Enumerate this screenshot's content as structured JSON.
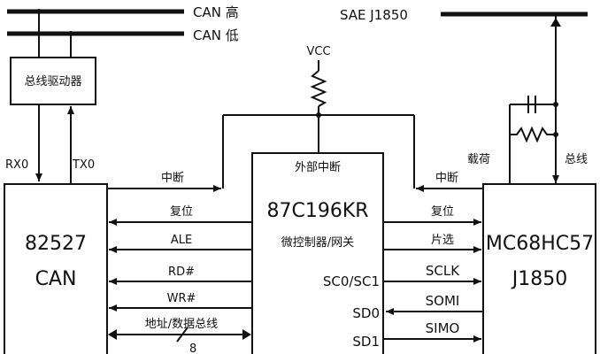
{
  "bus": {
    "can_high": "CAN 高",
    "can_low": "CAN 低",
    "sae_label": "SAE J1850"
  },
  "driver": {
    "label": "总线驱动器"
  },
  "vcc": {
    "label": "VCC"
  },
  "can_controller": {
    "line1": "82527",
    "line2": "CAN",
    "rx": "RX0",
    "tx": "TX0"
  },
  "mcu": {
    "top_label": "外部中断",
    "name": "87C196KR",
    "subtitle": "微控制器/网关",
    "pins": [
      "SC0/SC1",
      "SD0",
      "SD1"
    ]
  },
  "j1850_chip": {
    "line1": "MC68HC57",
    "line2": "J1850",
    "carrier": "载荷",
    "bus": "总线"
  },
  "left_signals": [
    "中断",
    "复位",
    "ALE",
    "RD#",
    "WR#",
    "地址/数据总线"
  ],
  "right_signals": [
    "中断",
    "复位",
    "片选",
    "SCLK",
    "SOMI",
    "SIMO"
  ],
  "bus_width": "8"
}
